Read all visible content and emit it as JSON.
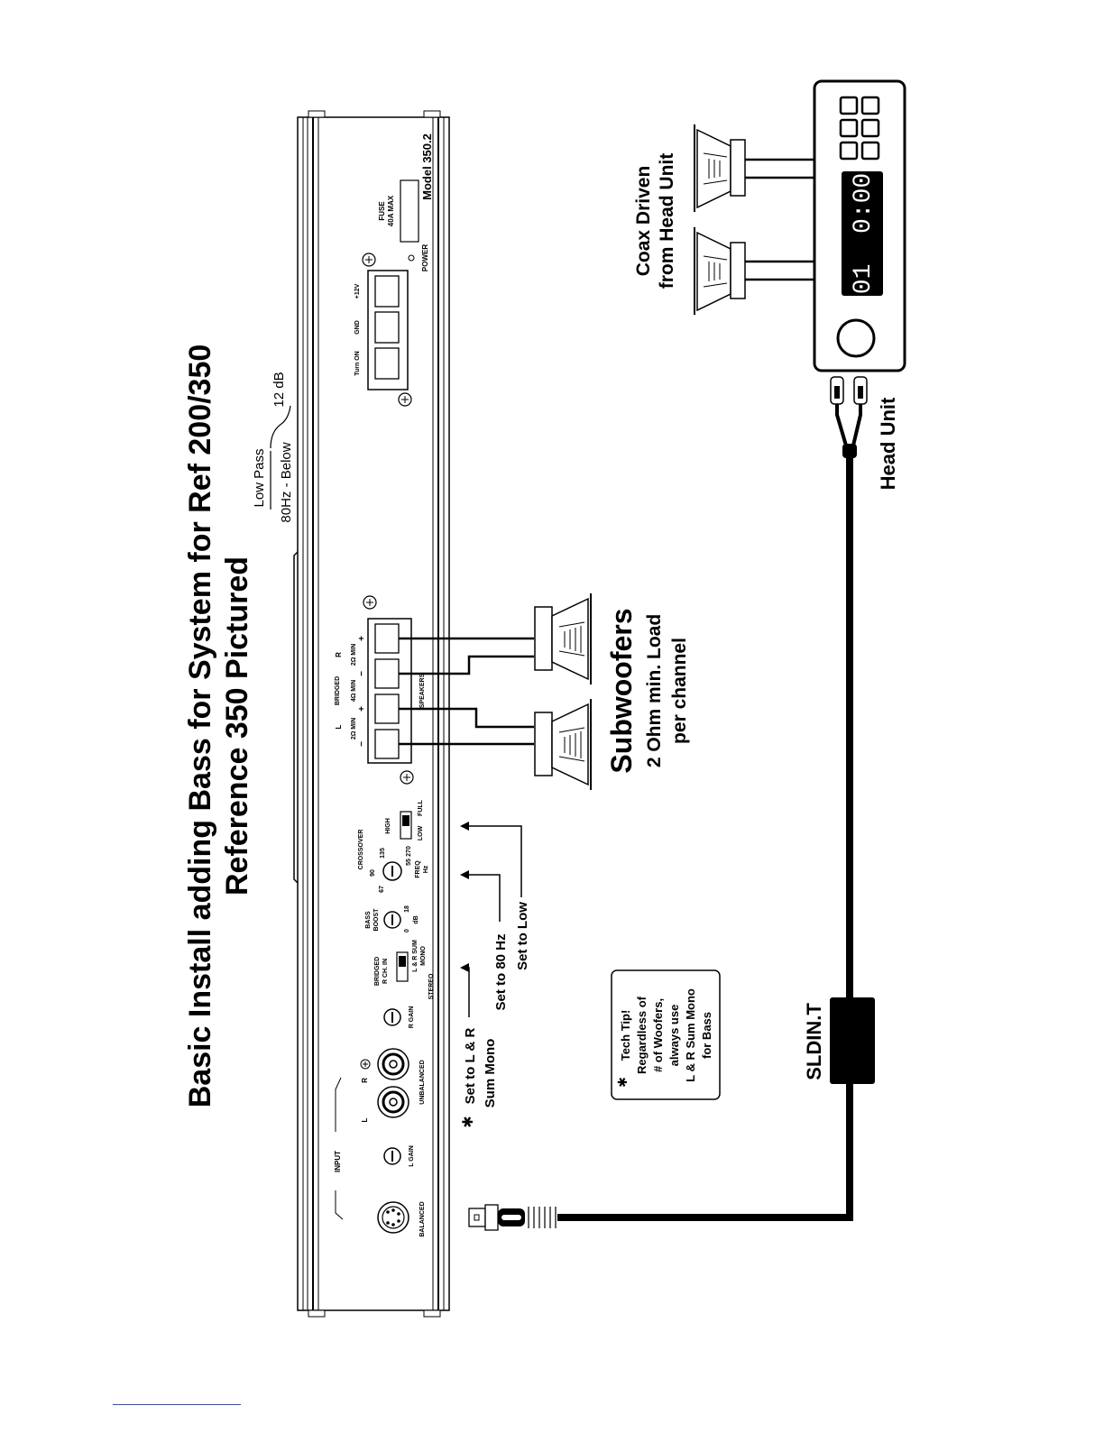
{
  "title": {
    "line1": "Basic Install adding Bass for System for Ref 200/350",
    "line2": "Reference 350 Pictured"
  },
  "crossover_note": {
    "low_pass": "Low Pass",
    "freq": "80Hz - Below",
    "slope": "12 dB"
  },
  "amplifier": {
    "model": "Model 350.2",
    "fuse": "FUSE",
    "fuse_rating": "40A MAX",
    "power": "POWER",
    "power_terminals": [
      "Turn ON",
      "GND",
      "+12V"
    ],
    "speakers": {
      "label": "SPEAKERS",
      "bridged": "BRIDGED",
      "left": "L",
      "right": "R",
      "left_min": "2Ω MIN",
      "bridged_min": "4Ω MIN",
      "right_min": "2Ω MIN",
      "polarity": [
        "−",
        "+",
        "−",
        "+"
      ]
    },
    "crossover": {
      "label": "CROSSOVER",
      "freq_label": "FREQ",
      "hz": "Hz",
      "values": [
        "55",
        "67",
        "90",
        "135",
        "270"
      ],
      "switch_high": "HIGH",
      "switch_low": "LOW",
      "switch_full": "FULL"
    },
    "bass_boost": {
      "label1": "BASS",
      "label2": "BOOST",
      "min": "0",
      "max": "18",
      "unit": "dB"
    },
    "mode_switch": {
      "bridged": "BRIDGED",
      "r_ch_in": "R CH. IN",
      "lr_sum": "L & R SUM",
      "mono": "MONO",
      "stereo": "STEREO"
    },
    "r_gain": "R GAIN",
    "l_gain": "L GAIN",
    "input": "INPUT",
    "unbalanced": "UNBALANCED",
    "balanced": "BALANCED",
    "rca_left": "L",
    "rca_right": "R"
  },
  "callouts": {
    "sum_mono_line1": "Set to L & R",
    "sum_mono_line2": "Sum Mono",
    "set_80hz": "Set to 80 Hz",
    "set_low": "Set to Low"
  },
  "subwoofers": {
    "title": "Subwoofers",
    "line1": "2 Ohm min. Load",
    "line2": "per channel"
  },
  "tech_tip": [
    "Tech Tip!",
    "Regardless of",
    "# of Woofers,",
    "always use",
    "L & R Sum Mono",
    "for Bass"
  ],
  "head_unit": {
    "label": "Head Unit",
    "display": "01  0:00"
  },
  "coax": {
    "line1": "Coax Driven",
    "line2": "from Head Unit"
  },
  "cable": {
    "label": "SLDIN.T"
  }
}
